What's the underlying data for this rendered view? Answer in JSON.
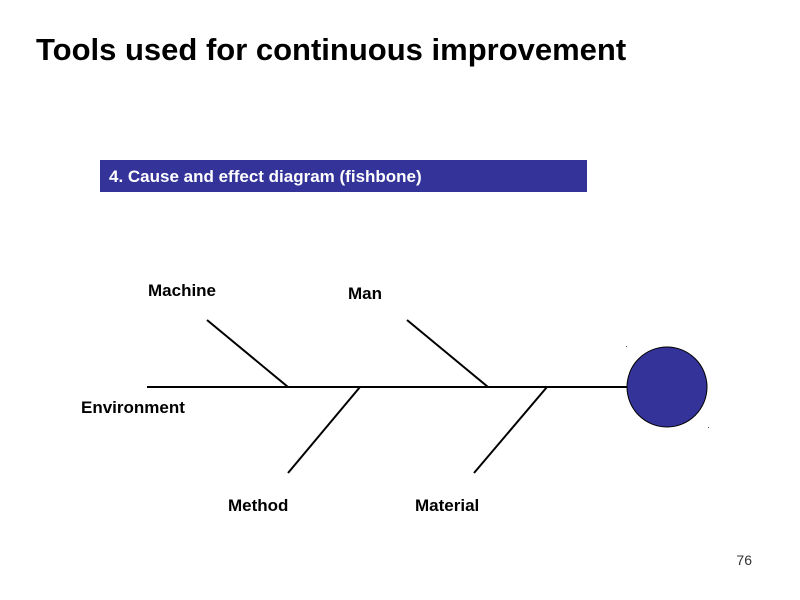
{
  "slide": {
    "title": "Tools used for continuous improvement",
    "banner": "4. Cause and effect diagram (fishbone)",
    "page_number": "76"
  },
  "fishbone": {
    "causes": {
      "machine": "Machine",
      "man": "Man",
      "environment": "Environment",
      "method": "Method",
      "material": "Material"
    },
    "head_color": "#333399",
    "banner_color": "#333399",
    "line_color": "#000000"
  }
}
